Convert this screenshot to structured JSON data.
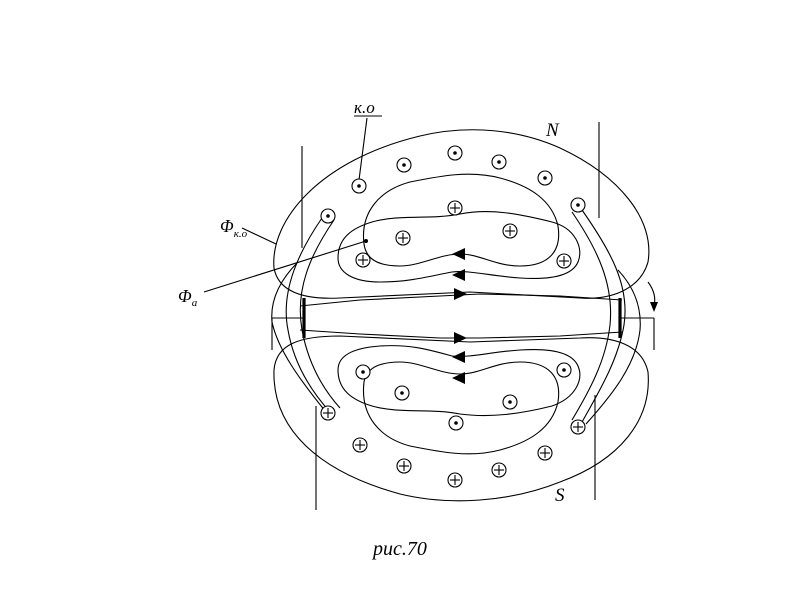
{
  "labels": {
    "ko": "к.о",
    "phi_ko_main": "Φ",
    "phi_ko_sub": "к.о",
    "phi_a_main": "Φ",
    "phi_a_sub": "a",
    "north": "N",
    "south": "S"
  },
  "caption": "рис.70",
  "conductors": {
    "dot_symbol": "dot",
    "cross_symbol": "cross"
  }
}
